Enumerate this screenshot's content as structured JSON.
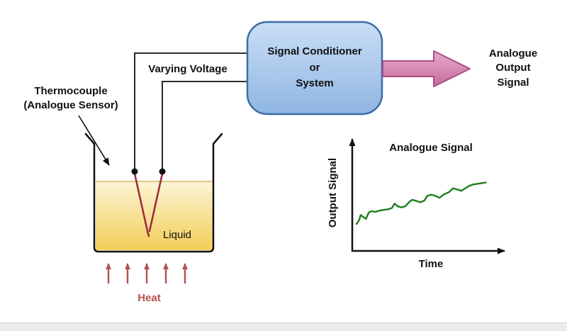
{
  "diagram": {
    "labels": {
      "thermocouple": "Thermocouple\n(Analogue Sensor)",
      "varying_voltage": "Varying Voltage",
      "signal_conditioner": "Signal Conditioner\nor\nSystem",
      "analogue_output": "Analogue\nOutput\nSignal",
      "liquid": "Liquid",
      "heat": "Heat"
    },
    "colors": {
      "box_fill_top": "#c9def5",
      "box_fill_bottom": "#8fb6e2",
      "box_border": "#3c6ca8",
      "arrow_fill_top": "#e7abcc",
      "arrow_fill_bottom": "#c9699f",
      "arrow_border": "#a84f7f",
      "liquid_top": "#fdf5d6",
      "liquid_bottom": "#f2ce58",
      "thermocouple_probe": "#9b2f3f",
      "heat_arrows": "#b2524e",
      "signal_line": "#1e7d1e",
      "wires": "#111111",
      "text": "#111111"
    }
  },
  "chart_data": {
    "type": "line",
    "title": "Analogue Signal",
    "xlabel": "Time",
    "ylabel": "Output Signal",
    "legend": false,
    "grid": false,
    "axes": "qualitative, unlabeled ticks; rising noisy analogue waveform",
    "points": [
      [
        0,
        10
      ],
      [
        2,
        16
      ],
      [
        3,
        24
      ],
      [
        5,
        21
      ],
      [
        7,
        18
      ],
      [
        9,
        28
      ],
      [
        11,
        30
      ],
      [
        14,
        29
      ],
      [
        17,
        31
      ],
      [
        20,
        32
      ],
      [
        23,
        33
      ],
      [
        26,
        35
      ],
      [
        28,
        42
      ],
      [
        30,
        38
      ],
      [
        33,
        36
      ],
      [
        36,
        38
      ],
      [
        39,
        45
      ],
      [
        41,
        48
      ],
      [
        44,
        46
      ],
      [
        47,
        44
      ],
      [
        50,
        47
      ],
      [
        52,
        54
      ],
      [
        55,
        56
      ],
      [
        58,
        54
      ],
      [
        61,
        51
      ],
      [
        64,
        56
      ],
      [
        68,
        60
      ],
      [
        71,
        66
      ],
      [
        74,
        64
      ],
      [
        77,
        62
      ],
      [
        80,
        66
      ],
      [
        83,
        70
      ],
      [
        86,
        72
      ],
      [
        89,
        73
      ],
      [
        92,
        74
      ],
      [
        95,
        75
      ]
    ]
  }
}
